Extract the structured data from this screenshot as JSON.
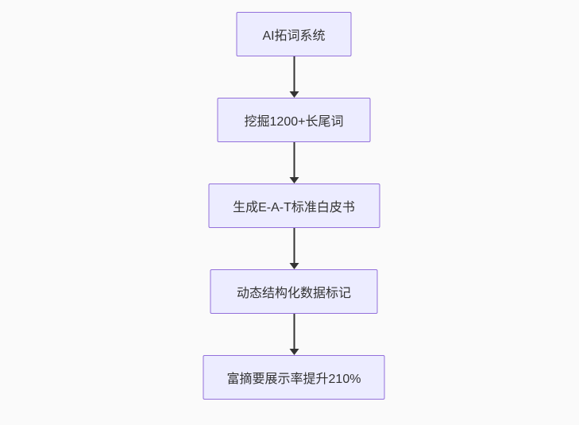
{
  "diagram": {
    "type": "flowchart-vertical",
    "nodes": [
      {
        "id": "step-1",
        "label": "AI拓词系统"
      },
      {
        "id": "step-2",
        "label": "挖掘1200+长尾词"
      },
      {
        "id": "step-3",
        "label": "生成E-A-T标准白皮书"
      },
      {
        "id": "step-4",
        "label": "动态结构化数据标记"
      },
      {
        "id": "step-5",
        "label": "富摘要展示率提升210%"
      }
    ],
    "edges": [
      {
        "from": "step-1",
        "to": "step-2"
      },
      {
        "from": "step-2",
        "to": "step-3"
      },
      {
        "from": "step-3",
        "to": "step-4"
      },
      {
        "from": "step-4",
        "to": "step-5"
      }
    ],
    "colors": {
      "background": "#fafafa",
      "node_fill": "#ececff",
      "node_border": "#9370db",
      "text": "#333333",
      "arrow": "#333333"
    }
  }
}
